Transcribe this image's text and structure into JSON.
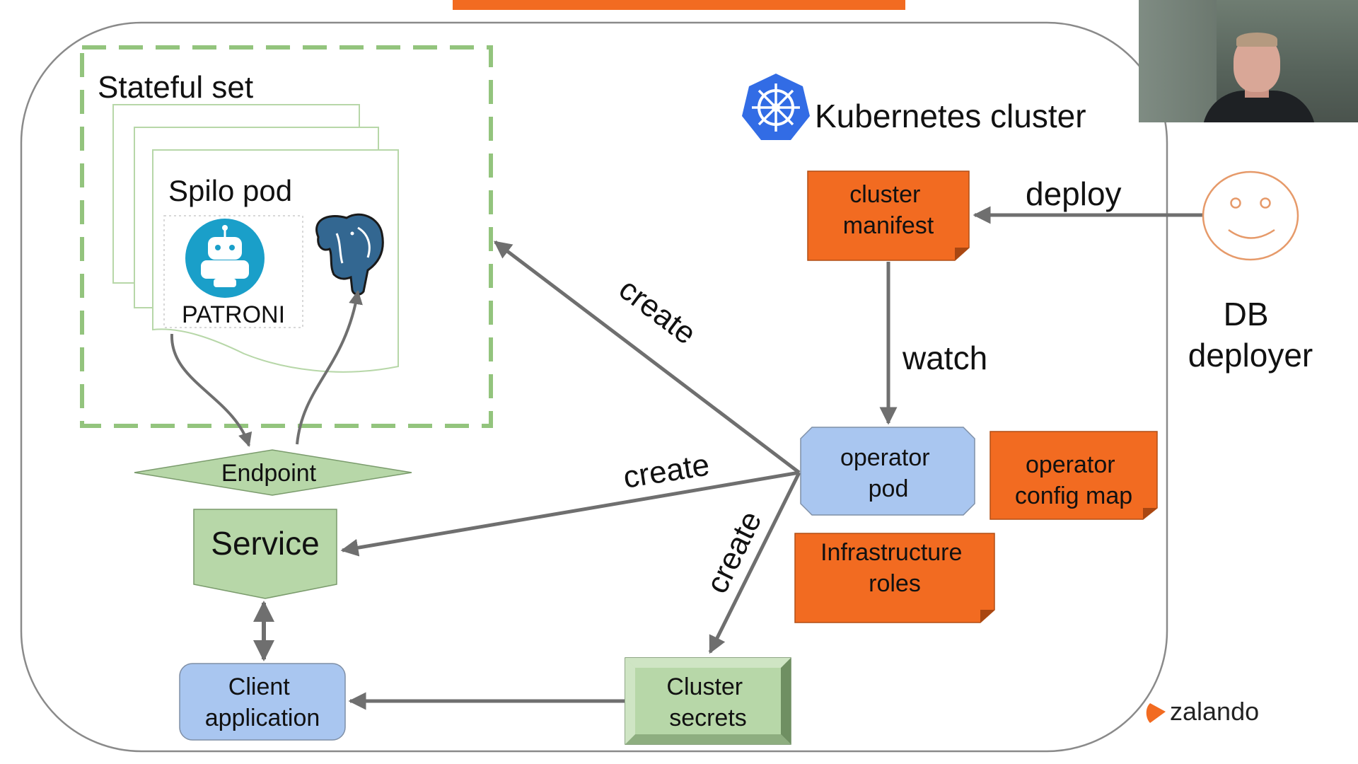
{
  "diagram": {
    "stateful_set_label": "Stateful set",
    "spilo_pod_label": "Spilo pod",
    "patroni_label": "PATRONI",
    "kubernetes_label": "Kubernetes cluster",
    "cluster_manifest_label": [
      "cluster",
      "manifest"
    ],
    "deploy_label": "deploy",
    "db_deployer_label": [
      "DB",
      "deployer"
    ],
    "watch_label": "watch",
    "operator_pod_label": [
      "operator",
      "pod"
    ],
    "operator_config_map_label": [
      "operator",
      "config map"
    ],
    "infrastructure_roles_label": [
      "Infrastructure",
      "roles"
    ],
    "create_label_top": "create",
    "create_label_middle": "create",
    "create_label_bottom": "create",
    "endpoint_label": "Endpoint",
    "service_label": "Service",
    "client_application_label": [
      "Client",
      "application"
    ],
    "cluster_secrets_label": [
      "Cluster",
      "secrets"
    ],
    "brand_label": "zalando",
    "colors": {
      "orange": "#f26b21",
      "blue_box": "#a9c6f0",
      "green_box": "#b7d7a8",
      "green_dash": "#93c47d",
      "arrow_gray": "#6f6f6f",
      "k8s_blue": "#326ce5",
      "patroni_teal": "#1a9fc9",
      "postgres_blue": "#336791",
      "smiley_orange": "#e69a6a"
    }
  }
}
